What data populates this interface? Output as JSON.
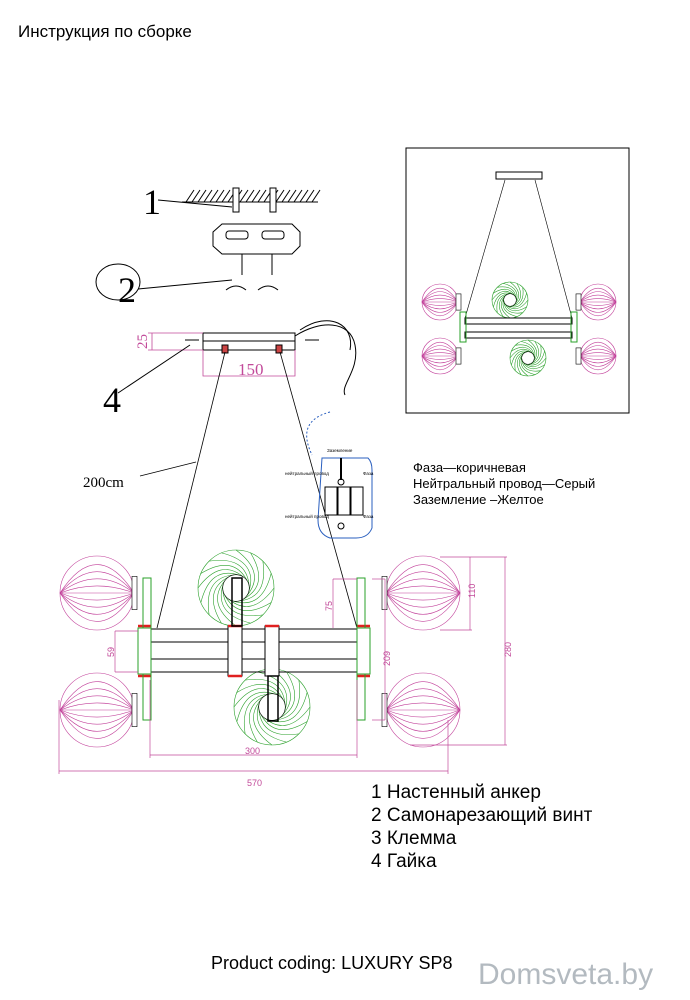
{
  "title": "Инструкция по сборке",
  "callouts": {
    "c1": "1",
    "c2": "2",
    "c4": "4"
  },
  "dimensions": {
    "mount_height": "25",
    "mount_width": "150",
    "cable_length": "200cm",
    "d75": "75",
    "d59": "59",
    "d209": "209",
    "d110": "110",
    "d280": "280",
    "d300": "300",
    "d570": "570"
  },
  "terminal_labels": {
    "ground": "Заземление",
    "neutral_top": "нейтральный провод",
    "phase_top": "Фаза",
    "neutral_bottom": "нейтральный провод",
    "phase_bottom": "Фаза"
  },
  "wiring": [
    "Фаза—коричневая",
    "Нейтральный провод—Серый",
    "Заземление –Желтое"
  ],
  "parts": [
    "1 Настенный анкер",
    "2 Самонарезающий винт",
    "3 Клемма",
    "4 Гайка"
  ],
  "product_coding": "Product coding: LUXURY SP8",
  "watermark": "Domsveta.by",
  "colors": {
    "pink": "#c2409a",
    "green": "#2aa02a",
    "red": "#e02020",
    "dim": "#c24a9a"
  }
}
